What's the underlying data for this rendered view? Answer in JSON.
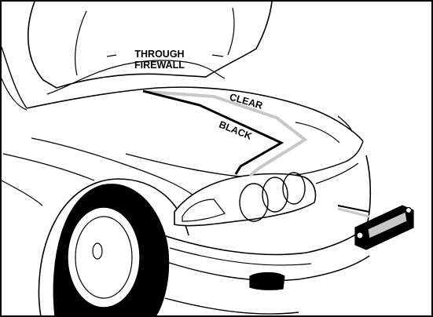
{
  "labels": {
    "through": "THROUGH",
    "firewall": "FIREWALL",
    "clear": "CLEAR",
    "black": "BLACK"
  },
  "colors": {
    "ink": "#000000",
    "clear_wire": "#c8c8c8",
    "black_wire": "#000000",
    "paper": "#ffffff"
  }
}
